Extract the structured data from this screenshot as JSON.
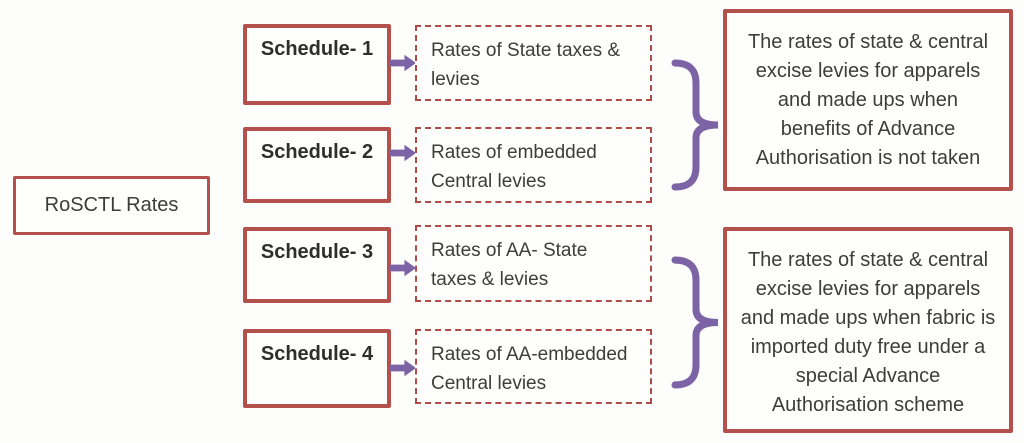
{
  "diagram_title": "RoSCTL Rates",
  "root_box": {
    "label": "RoSCTL Rates"
  },
  "schedules": [
    {
      "label": "Schedule- 1",
      "desc_line1": "Rates of State taxes &",
      "desc_line2": "levies"
    },
    {
      "label": "Schedule- 2",
      "desc_line1": "Rates of embedded",
      "desc_line2": "Central levies"
    },
    {
      "label": "Schedule- 3",
      "desc_line1": "Rates of AA- State",
      "desc_line2": "taxes & levies"
    },
    {
      "label": "Schedule- 4",
      "desc_line1": "Rates of AA-embedded",
      "desc_line2": "Central levies"
    }
  ],
  "summaries": [
    {
      "groups": "Schedule 1 and 2",
      "lines": [
        "The rates of state & central",
        "excise levies for apparels",
        "and made ups when",
        "benefits of Advance",
        "Authorisation is not taken"
      ]
    },
    {
      "groups": "Schedule 3 and 4",
      "lines": [
        "The rates of state & central",
        "excise levies for apparels",
        "and made ups when fabric is",
        "imported duty free under a",
        "special Advance",
        "Authorisation scheme"
      ]
    }
  ],
  "icons": {
    "arrow": "right-block-arrow",
    "brace": "right-curly-brace"
  },
  "colors": {
    "solid_border": "#b4514d",
    "dashed_border": "#ae4c48",
    "connector_purple": "#7c63a6",
    "text": "#3d3d3d",
    "background": "#fdfdfb"
  }
}
